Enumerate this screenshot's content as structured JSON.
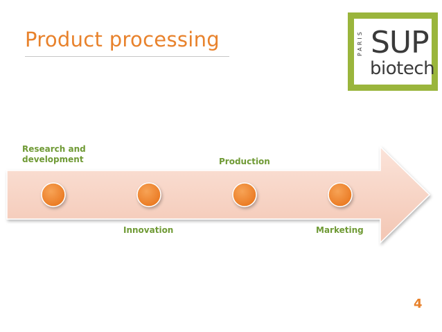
{
  "slide": {
    "title": "Product processing",
    "page_number": "4"
  },
  "logo": {
    "word_1": "SUP",
    "word_2": "biotech",
    "city": "PARIS"
  },
  "diagram": {
    "stages": [
      {
        "label": "Research and\ndevelopment",
        "position": "above"
      },
      {
        "label": "Innovation",
        "position": "below"
      },
      {
        "label": "Production",
        "position": "above"
      },
      {
        "label": "Marketing",
        "position": "below"
      }
    ]
  },
  "colors": {
    "title": "#e8822c",
    "stage_label": "#6f9a35",
    "arrow_fill": "#f7d2c4",
    "node_fill": "#f08a2a",
    "logo_border": "#9ab53c"
  }
}
